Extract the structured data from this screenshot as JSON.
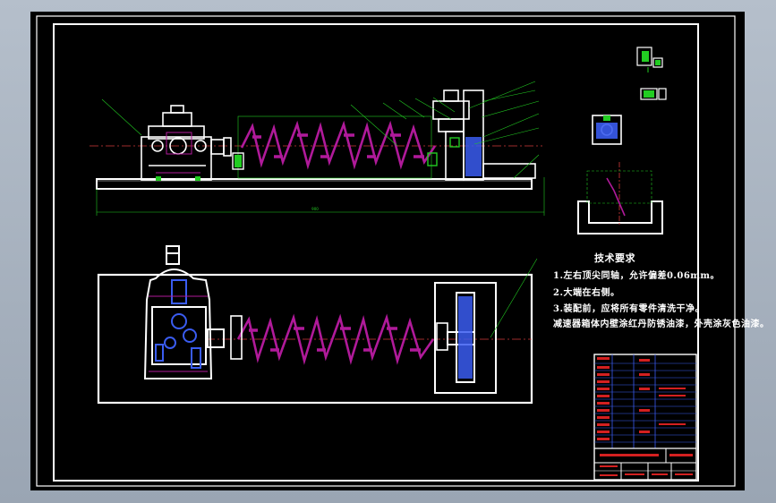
{
  "technical_requirements": {
    "title": "技术要求",
    "items": [
      "1.左右顶尖同轴，允许偏差0.06mm。",
      "2.大端在右侧。",
      "3.装配前，应将所有零件清洗干净。",
      "减速器箱体内壁涂红丹防锈油漆，外壳涂灰色油漆。"
    ]
  },
  "dimension_overall": "900",
  "colors": {
    "background": "#000000",
    "outline": "#ffffff",
    "part": "#b01a9a",
    "leader": "#22cc22",
    "centerline": "#d23a3a",
    "title_block_red": "#d42020",
    "title_block_grid": "#3a5cf0"
  }
}
